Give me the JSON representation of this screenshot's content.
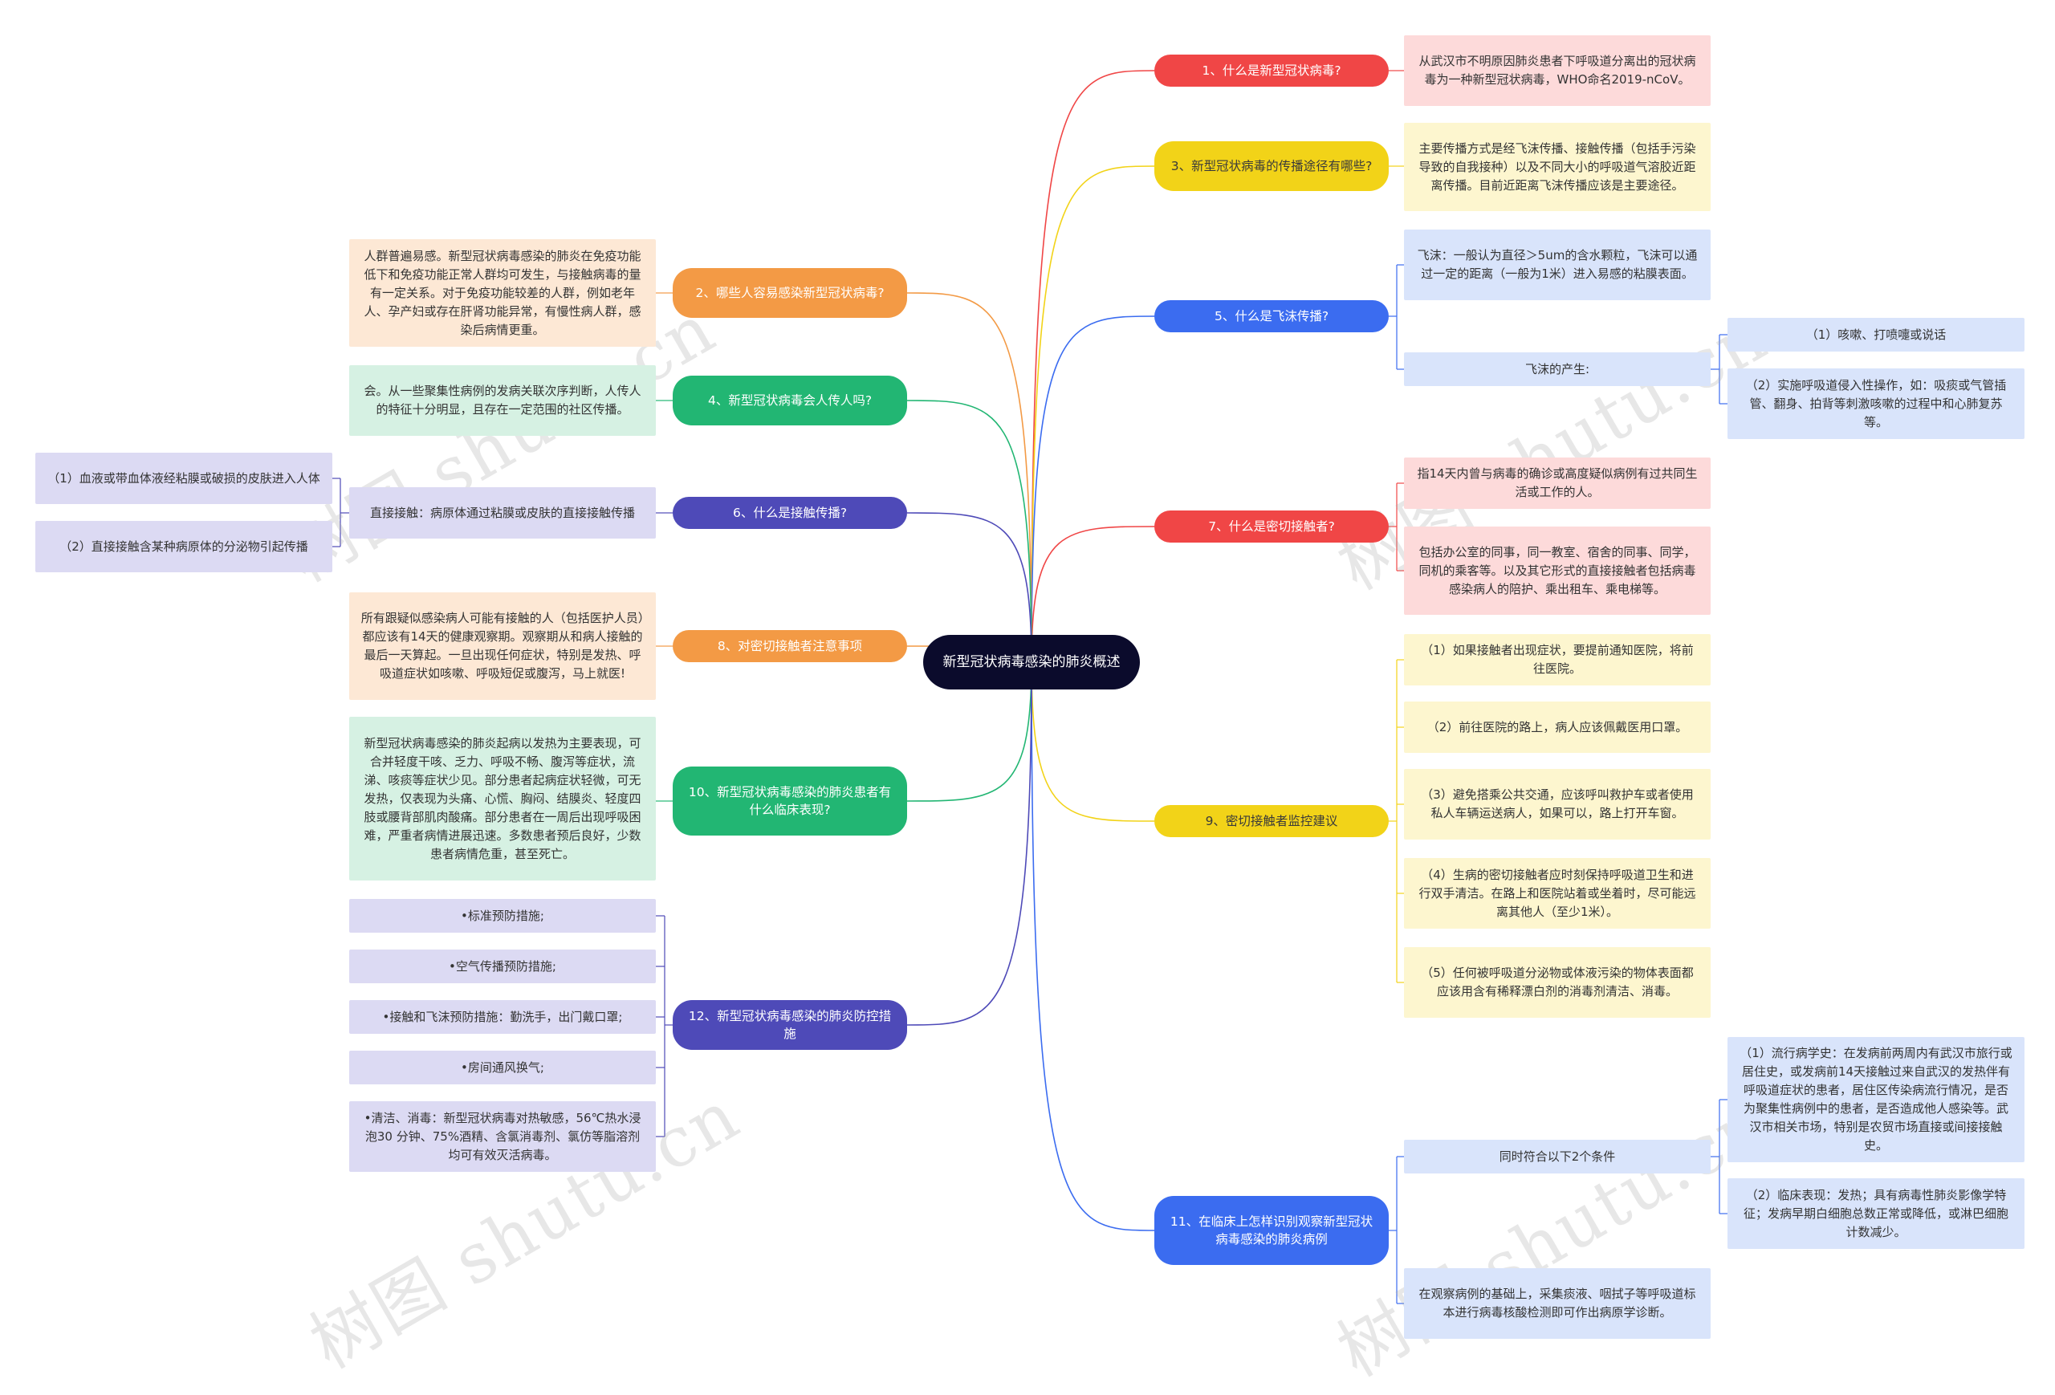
{
  "colors": {
    "center_bg": "#0b0b2c",
    "red": "#f04646",
    "yellow": "#f2d318",
    "blue": "#3b6cf0",
    "orange": "#f39a45",
    "green": "#22b673",
    "indigo": "#4e4ab8",
    "leaf_red": "#fddada",
    "leaf_yellow": "#fdf6cf",
    "leaf_blue": "#d9e4fb",
    "leaf_orange": "#fde8d5",
    "leaf_green": "#d6f1e3",
    "leaf_indigo": "#dcdaf3"
  },
  "watermark": "树图 shutu.cn",
  "center": {
    "text": "新型冠状病毒感染的肺炎概述"
  },
  "branches": {
    "q1": {
      "label": "1、什么是新型冠状病毒?",
      "leaf": "从武汉市不明原因肺炎患者下呼吸道分离出的冠状病毒为一种新型冠状病毒，WHO命名2019-nCoV。"
    },
    "q3": {
      "label": "3、新型冠状病毒的传播途径有哪些?",
      "leaf": "主要传播方式是经飞沫传播、接触传播（包括手污染导致的自我接种）以及不同大小的呼吸道气溶胶近距离传播。目前近距离飞沫传播应该是主要途径。"
    },
    "q5": {
      "label": "5、什么是飞沫传播?",
      "leaf1": "飞沫：一般认为直径＞5um的含水颗粒，飞沫可以通过一定的距离（一般为1米）进入易感的粘膜表面。",
      "leaf2": "飞沫的产生:",
      "sub1": "（1）咳嗽、打喷嚏或说话",
      "sub2": "（2）实施呼吸道侵入性操作，如：吸痰或气管插管、翻身、拍背等刺激咳嗽的过程中和心肺复苏等。"
    },
    "q7": {
      "label": "7、什么是密切接触者?",
      "leaf1": "指14天内曾与病毒的确诊或高度疑似病例有过共同生活或工作的人。",
      "leaf2": "包括办公室的同事，同一教室、宿舍的同事、同学，同机的乘客等。以及其它形式的直接接触者包括病毒感染病人的陪护、乘出租车、乘电梯等。"
    },
    "q9": {
      "label": "9、密切接触者监控建议",
      "items": [
        "（1）如果接触者出现症状，要提前通知医院，将前往医院。",
        "（2）前往医院的路上，病人应该佩戴医用口罩。",
        "（3）避免搭乘公共交通，应该呼叫救护车或者使用私人车辆运送病人，如果可以，路上打开车窗。",
        "（4）生病的密切接触者应时刻保持呼吸道卫生和进行双手清洁。在路上和医院站着或坐着时，尽可能远离其他人（至少1米）。",
        "（5）任何被呼吸道分泌物或体液污染的物体表面都应该用含有稀释漂白剂的消毒剂清洁、消毒。"
      ]
    },
    "q11": {
      "label": "11、在临床上怎样识别观察新型冠状病毒感染的肺炎病例",
      "leaf1": "同时符合以下2个条件",
      "sub1": "（1）流行病学史：在发病前两周内有武汉市旅行或居住史，或发病前14天接触过来自武汉的发热伴有呼吸道症状的患者，居住区传染病流行情况，是否为聚集性病例中的患者，是否造成他人感染等。武汉市相关市场，特别是农贸市场直接或间接接触史。",
      "sub2": "（2）临床表现：发热；具有病毒性肺炎影像学特征；发病早期白细胞总数正常或降低，或淋巴细胞计数减少。",
      "leaf2": "在观察病例的基础上，采集痰液、咽拭子等呼吸道标本进行病毒核酸检测即可作出病原学诊断。"
    },
    "q2": {
      "label": "2、哪些人容易感染新型冠状病毒?",
      "leaf": "人群普遍易感。新型冠状病毒感染的肺炎在免疫功能低下和免疫功能正常人群均可发生，与接触病毒的量有一定关系。对于免疫功能较差的人群，例如老年人、孕产妇或存在肝肾功能异常，有慢性病人群，感染后病情更重。"
    },
    "q4": {
      "label": "4、新型冠状病毒会人传人吗?",
      "leaf": "会。从一些聚集性病例的发病关联次序判断，人传人的特征十分明显，且存在一定范围的社区传播。"
    },
    "q6": {
      "label": "6、什么是接触传播?",
      "leaf": "直接接触：病原体通过粘膜或皮肤的直接接触传播",
      "sub1": "（1）血液或带血体液经粘膜或破损的皮肤进入人体",
      "sub2": "（2）直接接触含某种病原体的分泌物引起传播"
    },
    "q8": {
      "label": "8、对密切接触者注意事项",
      "leaf": "所有跟疑似感染病人可能有接触的人（包括医护人员）都应该有14天的健康观察期。观察期从和病人接触的最后一天算起。一旦出现任何症状，特别是发热、呼吸道症状如咳嗽、呼吸短促或腹泻，马上就医!"
    },
    "q10": {
      "label": "10、新型冠状病毒感染的肺炎患者有什么临床表现?",
      "leaf": "新型冠状病毒感染的肺炎起病以发热为主要表现，可合并轻度干咳、乏力、呼吸不畅、腹泻等症状，流涕、咳痰等症状少见。部分患者起病症状轻微，可无发热，仅表现为头痛、心慌、胸闷、结膜炎、轻度四肢或腰背部肌肉酸痛。部分患者在一周后出现呼吸困难，严重者病情进展迅速。多数患者预后良好，少数患者病情危重，甚至死亡。"
    },
    "q12": {
      "label": "12、新型冠状病毒感染的肺炎防控措施",
      "items": [
        "•标准预防措施;",
        "•空气传播预防措施;",
        "•接触和飞沫预防措施：勤洗手，出门戴口罩;",
        "•房间通风换气;",
        "•清洁、消毒：新型冠状病毒对热敏感，56℃热水浸泡30 分钟、75%酒精、含氯消毒剂、氯仿等脂溶剂均可有效灭活病毒。"
      ]
    }
  }
}
